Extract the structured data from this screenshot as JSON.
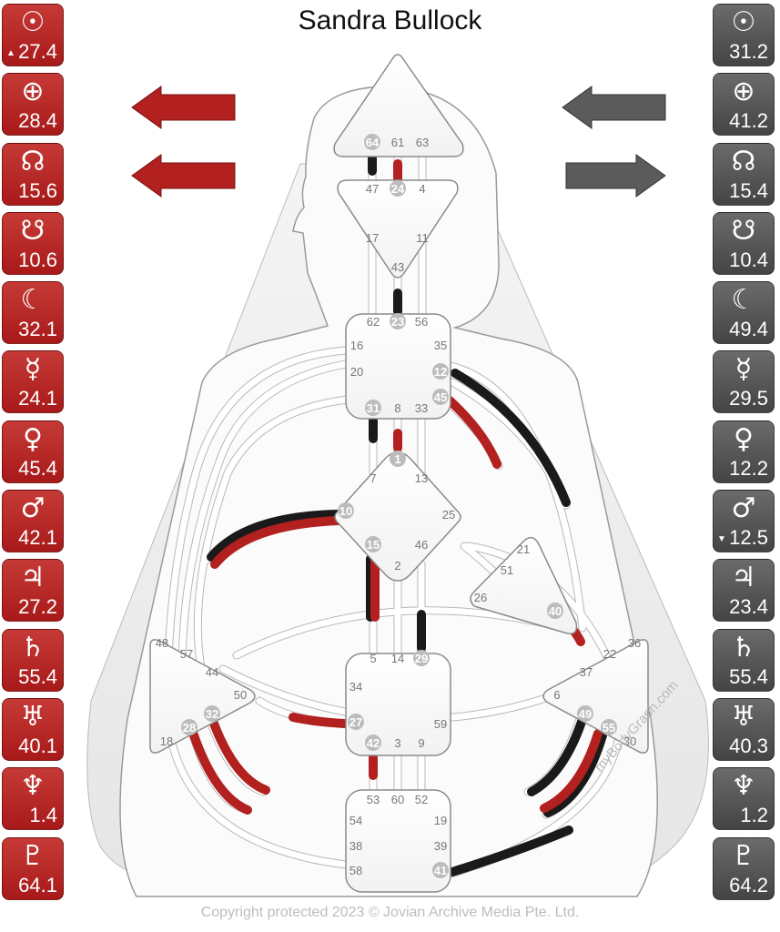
{
  "title": "Sandra Bullock",
  "footer": "Copyright protected 2023 © Jovian Archive Media Pte. Ltd.",
  "watermark": "myBodyGraph.com",
  "colors": {
    "design": "#b2201f",
    "personality": "#555555",
    "black": "#1a1a1a"
  },
  "design": [
    {
      "icon": "sun-icon",
      "glyph": "☉",
      "value": "27.4",
      "mark": "▲"
    },
    {
      "icon": "earth-icon",
      "glyph": "⊕",
      "value": "28.4",
      "mark": ""
    },
    {
      "icon": "north-node-icon",
      "glyph": "☊",
      "value": "15.6",
      "mark": ""
    },
    {
      "icon": "south-node-icon",
      "glyph": "☋",
      "value": "10.6",
      "mark": ""
    },
    {
      "icon": "moon-icon",
      "glyph": "☾",
      "value": "32.1",
      "mark": ""
    },
    {
      "icon": "mercury-icon",
      "glyph": "☿",
      "value": "24.1",
      "mark": ""
    },
    {
      "icon": "venus-icon",
      "glyph": "♀",
      "value": "45.4",
      "mark": ""
    },
    {
      "icon": "mars-icon",
      "glyph": "♂",
      "value": "42.1",
      "mark": ""
    },
    {
      "icon": "jupiter-icon",
      "glyph": "♃",
      "value": "27.2",
      "mark": ""
    },
    {
      "icon": "saturn-icon",
      "glyph": "♄",
      "value": "55.4",
      "mark": ""
    },
    {
      "icon": "uranus-icon",
      "glyph": "♅",
      "value": "40.1",
      "mark": ""
    },
    {
      "icon": "neptune-icon",
      "glyph": "♆",
      "value": "1.4",
      "mark": ""
    },
    {
      "icon": "pluto-icon",
      "glyph": "♇",
      "value": "64.1",
      "mark": ""
    }
  ],
  "personality": [
    {
      "icon": "sun-icon",
      "glyph": "☉",
      "value": "31.2",
      "mark": ""
    },
    {
      "icon": "earth-icon",
      "glyph": "⊕",
      "value": "41.2",
      "mark": ""
    },
    {
      "icon": "north-node-icon",
      "glyph": "☊",
      "value": "15.4",
      "mark": ""
    },
    {
      "icon": "south-node-icon",
      "glyph": "☋",
      "value": "10.4",
      "mark": ""
    },
    {
      "icon": "moon-icon",
      "glyph": "☾",
      "value": "49.4",
      "mark": ""
    },
    {
      "icon": "mercury-icon",
      "glyph": "☿",
      "value": "29.5",
      "mark": ""
    },
    {
      "icon": "venus-icon",
      "glyph": "♀",
      "value": "12.2",
      "mark": ""
    },
    {
      "icon": "mars-icon",
      "glyph": "♂",
      "value": "12.5",
      "mark": "▼"
    },
    {
      "icon": "jupiter-icon",
      "glyph": "♃",
      "value": "23.4",
      "mark": ""
    },
    {
      "icon": "saturn-icon",
      "glyph": "♄",
      "value": "55.4",
      "mark": ""
    },
    {
      "icon": "uranus-icon",
      "glyph": "♅",
      "value": "40.3",
      "mark": ""
    },
    {
      "icon": "neptune-icon",
      "glyph": "♆",
      "value": "1.2",
      "mark": ""
    },
    {
      "icon": "pluto-icon",
      "glyph": "♇",
      "value": "64.2",
      "mark": ""
    }
  ],
  "arrows": {
    "design": [
      "left",
      "left"
    ],
    "personality": [
      "left",
      "right"
    ]
  },
  "centers": {
    "head": {
      "gates": [
        "64",
        "61",
        "63"
      ]
    },
    "ajna": {
      "gates": [
        "47",
        "24",
        "4",
        "17",
        "11",
        "43"
      ]
    },
    "throat": {
      "gates": [
        "62",
        "23",
        "56",
        "16",
        "35",
        "20",
        "12",
        "45",
        "31",
        "8",
        "33"
      ]
    },
    "g": {
      "gates": [
        "1",
        "7",
        "13",
        "10",
        "25",
        "15",
        "46",
        "2"
      ]
    },
    "ego": {
      "gates": [
        "21",
        "51",
        "26",
        "40"
      ]
    },
    "spleen": {
      "gates": [
        "48",
        "57",
        "44",
        "50",
        "32",
        "28",
        "18"
      ]
    },
    "sacral": {
      "gates": [
        "5",
        "14",
        "29",
        "34",
        "27",
        "59",
        "42",
        "3",
        "9"
      ]
    },
    "solar": {
      "gates": [
        "36",
        "22",
        "37",
        "6",
        "49",
        "55",
        "30"
      ]
    },
    "root": {
      "gates": [
        "53",
        "60",
        "52",
        "54",
        "19",
        "38",
        "39",
        "58",
        "41"
      ]
    }
  },
  "highlighted_gates": [
    "64",
    "24",
    "23",
    "12",
    "45",
    "31",
    "1",
    "10",
    "15",
    "29",
    "40",
    "32",
    "28",
    "27",
    "42",
    "49",
    "55",
    "41"
  ]
}
